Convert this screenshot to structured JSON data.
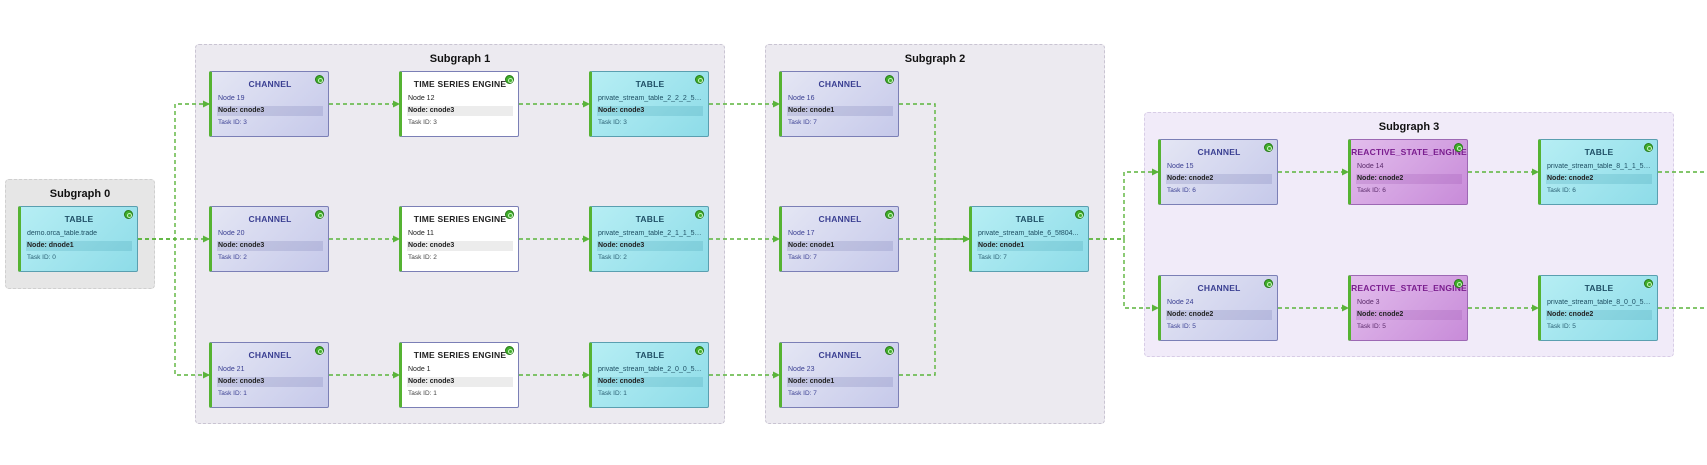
{
  "theme": {
    "edge_color": "#5ab43a"
  },
  "subgraphs": [
    {
      "title": "Subgraph 0"
    },
    {
      "title": "Subgraph 1"
    },
    {
      "title": "Subgraph 2"
    },
    {
      "title": "Subgraph 3"
    }
  ],
  "nodes": {
    "table_src": {
      "type": "TABLE",
      "name": "demo.orca_table.trade",
      "node": "Node: dnode1",
      "task": "Task ID: 0"
    },
    "n19": {
      "type": "CHANNEL",
      "name": "Node 19",
      "node": "Node: cnode3",
      "task": "Task ID: 3"
    },
    "n12": {
      "type": "TIME SERIES ENGINE",
      "name": "Node 12",
      "node": "Node: cnode3",
      "task": "Task ID: 3"
    },
    "t222": {
      "type": "TABLE",
      "name": "private_stream_table_2_2_2_5f...",
      "node": "Node: cnode3",
      "task": "Task ID: 3"
    },
    "n20": {
      "type": "CHANNEL",
      "name": "Node 20",
      "node": "Node: cnode3",
      "task": "Task ID: 2"
    },
    "n11": {
      "type": "TIME SERIES ENGINE",
      "name": "Node 11",
      "node": "Node: cnode3",
      "task": "Task ID: 2"
    },
    "t211": {
      "type": "TABLE",
      "name": "private_stream_table_2_1_1_5f...",
      "node": "Node: cnode3",
      "task": "Task ID: 2"
    },
    "n21": {
      "type": "CHANNEL",
      "name": "Node 21",
      "node": "Node: cnode3",
      "task": "Task ID: 1"
    },
    "n1": {
      "type": "TIME SERIES ENGINE",
      "name": "Node 1",
      "node": "Node: cnode3",
      "task": "Task ID: 1"
    },
    "t200": {
      "type": "TABLE",
      "name": "private_stream_table_2_0_0_5f...",
      "node": "Node: cnode3",
      "task": "Task ID: 1"
    },
    "n16": {
      "type": "CHANNEL",
      "name": "Node 16",
      "node": "Node: cnode1",
      "task": "Task ID: 7"
    },
    "n17": {
      "type": "CHANNEL",
      "name": "Node 17",
      "node": "Node: cnode1",
      "task": "Task ID: 7"
    },
    "n23": {
      "type": "CHANNEL",
      "name": "Node 23",
      "node": "Node: cnode1",
      "task": "Task ID: 7"
    },
    "t6": {
      "type": "TABLE",
      "name": "private_stream_table_6_5f804...",
      "node": "Node: cnode1",
      "task": "Task ID: 7"
    },
    "n15": {
      "type": "CHANNEL",
      "name": "Node 15",
      "node": "Node: cnode2",
      "task": "Task ID: 6"
    },
    "n14": {
      "type": "REACTIVE_STATE_ENGINE",
      "name": "Node 14",
      "node": "Node: cnode2",
      "task": "Task ID: 6"
    },
    "t811": {
      "type": "TABLE",
      "name": "private_stream_table_8_1_1_5f...",
      "node": "Node: cnode2",
      "task": "Task ID: 6"
    },
    "n24": {
      "type": "CHANNEL",
      "name": "Node 24",
      "node": "Node: cnode2",
      "task": "Task ID: 5"
    },
    "n3": {
      "type": "REACTIVE_STATE_ENGINE",
      "name": "Node 3",
      "node": "Node: cnode2",
      "task": "Task ID: 5"
    },
    "t800": {
      "type": "TABLE",
      "name": "private_stream_table_8_0_0_5f...",
      "node": "Node: cnode2",
      "task": "Task ID: 5"
    }
  }
}
